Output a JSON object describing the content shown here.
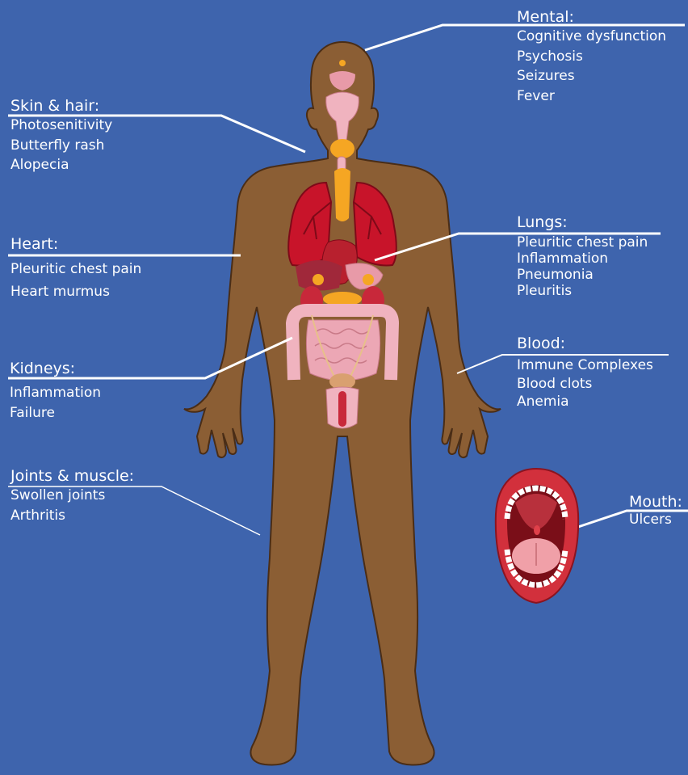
{
  "colors": {
    "background": "#3e64ad",
    "skin": "#8b5e34",
    "skin_outline": "#4a2d16",
    "lungs": "#c8142a",
    "lungs_dark": "#7e0a18",
    "organ_pink": "#e89aa8",
    "intestine": "#f0b3bf",
    "gland": "#f5a623",
    "leader_line": "#ffffff",
    "text": "#ffffff"
  },
  "callouts": {
    "mental": {
      "title": "Mental:",
      "items": [
        "Cognitive dysfunction",
        "Psychosis",
        "Seizures",
        "Fever"
      ]
    },
    "skin": {
      "title": "Skin & hair:",
      "items": [
        "Photosenitivity",
        "Butterfly rash",
        "Alopecia"
      ]
    },
    "heart": {
      "title": "Heart:",
      "items": [
        "Pleuritic chest pain",
        "Heart murmus"
      ]
    },
    "lungs": {
      "title": "Lungs:",
      "items": [
        "Pleuritic chest pain",
        "Inflammation",
        "Pneumonia",
        "Pleuritis"
      ]
    },
    "kidneys": {
      "title": "Kidneys:",
      "items": [
        "Inflammation",
        "Failure"
      ]
    },
    "blood": {
      "title": "Blood:",
      "items": [
        "Immune Complexes",
        "Blood clots",
        "Anemia"
      ]
    },
    "joints": {
      "title": "Joints & muscle:",
      "items": [
        "Swollen joints",
        "Arthritis"
      ]
    },
    "mouth": {
      "title": "Mouth:",
      "items": [
        "Ulcers"
      ]
    }
  }
}
